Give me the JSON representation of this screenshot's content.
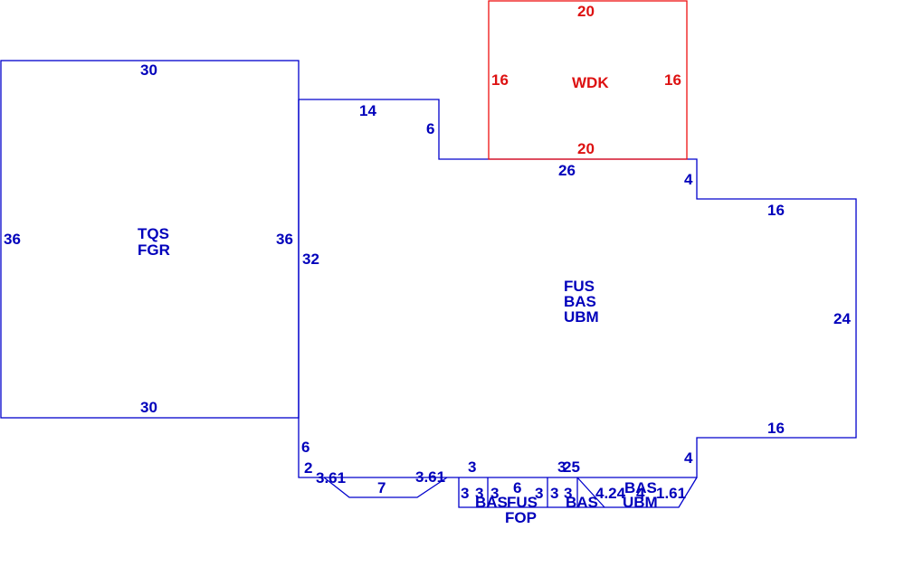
{
  "colors": {
    "main": "#0000cc",
    "deck": "#ee1111"
  },
  "areas": {
    "garage": [
      "TQS",
      "FGR"
    ],
    "house": [
      "FUS",
      "BAS",
      "UBM"
    ],
    "deck": [
      "WDK"
    ],
    "porch": [
      "BAS",
      "FUS",
      "FOP"
    ],
    "porch_center": [
      "BAS"
    ],
    "porch_right": [
      "BAS",
      "UBM"
    ]
  },
  "dimensions": {
    "garage_top": "30",
    "garage_bottom": "30",
    "garage_left": "36",
    "garage_right": "36",
    "house_left": "32",
    "house_top_left": "14",
    "house_step": "6",
    "house_top": "26",
    "house_step_right": "4",
    "house_top_right": "16",
    "house_right": "24",
    "house_bottom_right": "16",
    "house_step_bottom": "4",
    "house_left_lower": "6",
    "house_left_lower2": "2",
    "bay_diag_left": "3.61",
    "bay_bottom": "7",
    "bay_diag_right": "3.61",
    "porch_3a": "3",
    "porch_3b": "3",
    "porch_3c": "3",
    "porch_3d": "3",
    "porch_6": "6",
    "porch_3e": "3",
    "porch_3f": "3",
    "porch_3g": "3",
    "porch_3h": "3",
    "porch_25": "25",
    "porch_42": "4.24",
    "porch_4": "4",
    "porch_161": "1.61",
    "deck_top": "20",
    "deck_bottom": "20",
    "deck_left": "16",
    "deck_right": "16"
  }
}
